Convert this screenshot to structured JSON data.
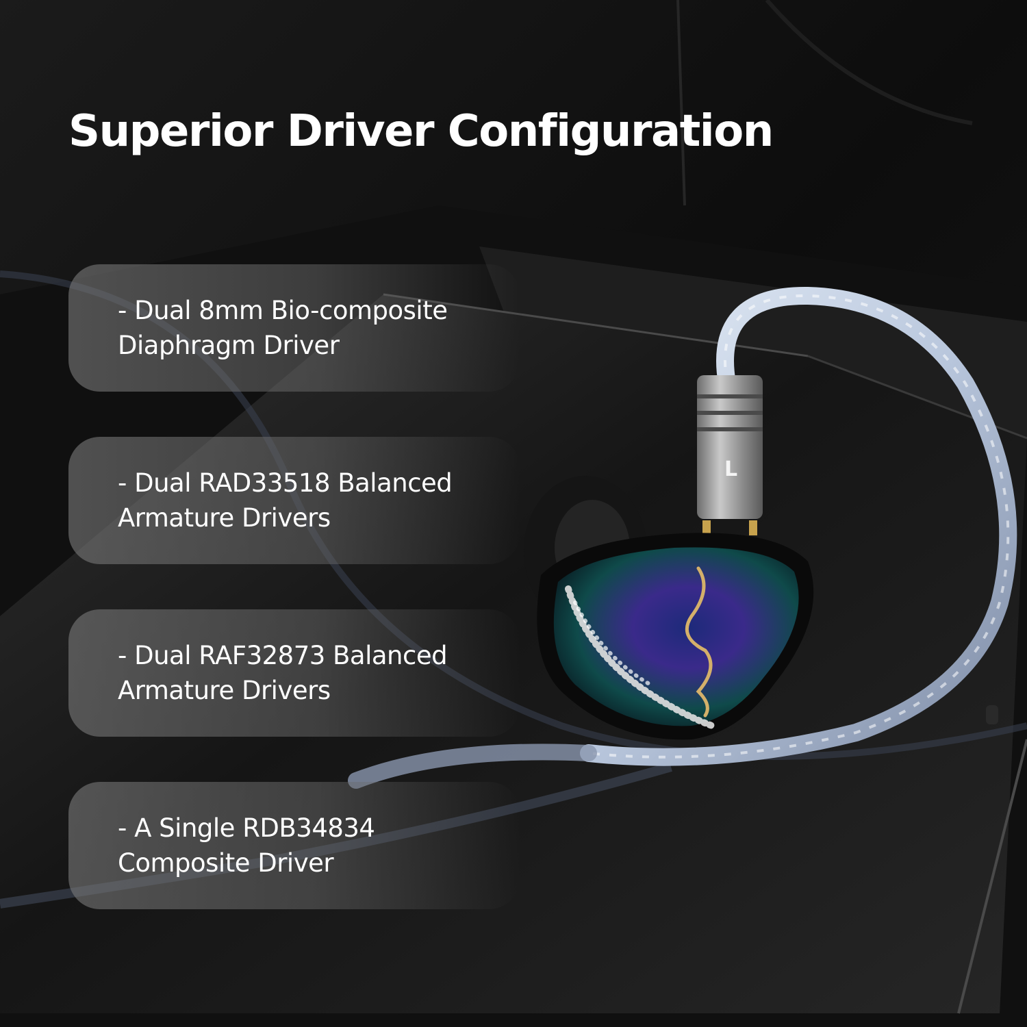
{
  "headline": "Superior Driver Configuration",
  "features": [
    {
      "line1": "- Dual 8mm Bio-composite",
      "line2": "Diaphragm Driver"
    },
    {
      "line1": "- Dual RAD33518 Balanced",
      "line2": "Armature Drivers"
    },
    {
      "line1": "- Dual RAF32873 Balanced",
      "line2": "Armature Drivers"
    },
    {
      "line1": "- A Single RDB34834",
      "line2": "Composite Driver"
    }
  ],
  "earphone": {
    "channel_marker": "L",
    "shell_colors": [
      "#1d2a7a",
      "#0f4a4a",
      "#3a2a8a"
    ],
    "cable_color": "#b8c6dc",
    "connector_color": "#9a9a9a",
    "accent_color": "#d4b06a"
  }
}
